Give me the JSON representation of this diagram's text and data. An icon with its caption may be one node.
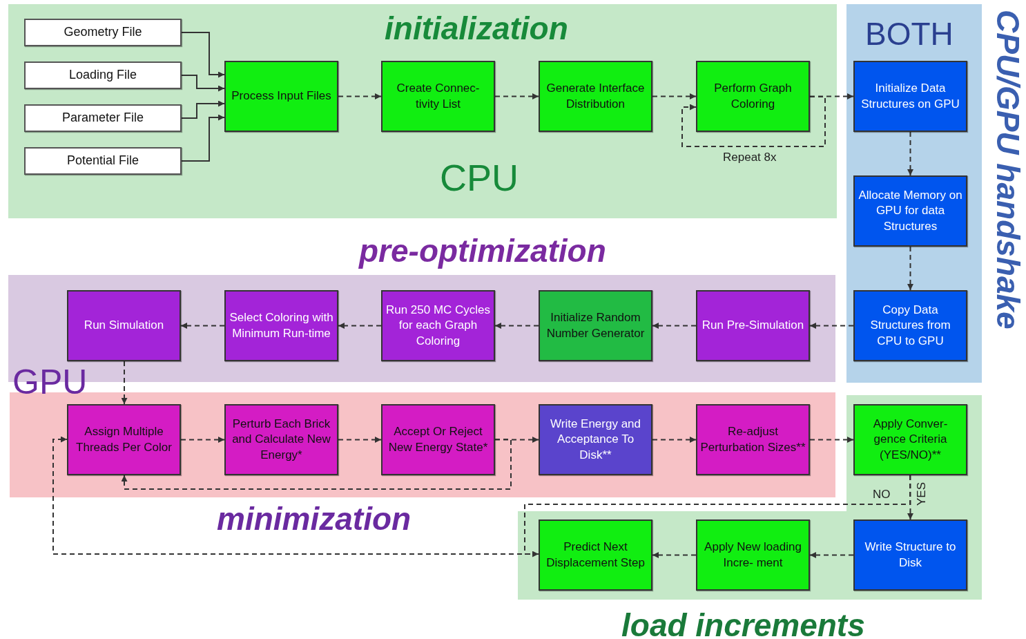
{
  "diagram": {
    "nodes": [
      {
        "text": [
          "initialization",
          "CPU"
        ]
      },
      {
        "text": [
          "Geometry File"
        ],
        "in": 0
      },
      {
        "text": [
          "Loading File"
        ],
        "in": 0
      },
      {
        "text": [
          "Parameter File"
        ],
        "in": 0
      },
      {
        "text": [
          "Potential File"
        ],
        "in": 0
      },
      {
        "text": [
          "Process Input Files"
        ],
        "in": 0
      },
      {
        "text": [
          "Create Connec- tivity List"
        ],
        "in": 0
      },
      {
        "text": [
          "Generate Interface Distribution"
        ],
        "in": 0
      },
      {
        "text": [
          "Perform Graph Coloring"
        ],
        "in": 0
      },
      {
        "text": [
          "BOTH"
        ]
      },
      {
        "text": [
          "Initialize Data Structures on GPU"
        ],
        "in": 9
      },
      {
        "text": [
          "Allocate Memory on GPU for data Structures"
        ],
        "in": 9
      },
      {
        "text": [
          "Copy Data Structures from CPU to GPU"
        ],
        "in": 9
      },
      {
        "text": [
          "pre-optimization"
        ]
      },
      {
        "text": [
          "Run Simulation"
        ],
        "in": 13
      },
      {
        "text": [
          "Select Coloring with Minimum Run-time"
        ],
        "in": 13
      },
      {
        "text": [
          "Run 250 MC Cycles for each Graph Coloring"
        ],
        "in": 13
      },
      {
        "text": [
          "Initialize Random Number Generator"
        ],
        "in": 13
      },
      {
        "text": [
          "Run Pre-Simulation"
        ],
        "in": 13
      },
      {
        "text": [
          "minimization"
        ]
      },
      {
        "text": [
          "Assign Multiple Threads Per Color"
        ],
        "in": 19
      },
      {
        "text": [
          "Perturb Each Brick and Calculate New Energy*"
        ],
        "in": 19
      },
      {
        "text": [
          "Accept Or Reject New Energy State*"
        ],
        "in": 19
      },
      {
        "text": [
          "Write Energy and Acceptance To Disk**"
        ],
        "in": 19
      },
      {
        "text": [
          "Re-adjust Perturbation Sizes**"
        ],
        "in": 19
      },
      {
        "text": [
          "load increments"
        ]
      },
      {
        "text": [
          "Apply Conver- gence Criteria (YES/NO)**"
        ],
        "in": 25
      },
      {
        "text": [
          "Predict Next Displacement Step"
        ],
        "in": 25
      },
      {
        "text": [
          "Apply New loading Incre- ment"
        ],
        "in": 25
      },
      {
        "text": [
          "Write Structure to Disk"
        ],
        "in": 25
      }
    ],
    "edges": [
      {
        "from": 1,
        "to": 5,
        "arrow": "to"
      },
      {
        "from": 2,
        "to": 5,
        "arrow": "to"
      },
      {
        "from": 3,
        "to": 5,
        "arrow": "to"
      },
      {
        "from": 4,
        "to": 5,
        "arrow": "to"
      },
      {
        "from": 5,
        "to": 6,
        "arrow": "to",
        "style": "dashed"
      },
      {
        "from": 6,
        "to": 7,
        "arrow": "to",
        "style": "dashed"
      },
      {
        "from": 7,
        "to": 8,
        "arrow": "to",
        "style": "dashed"
      },
      {
        "from": 8,
        "to": 8,
        "arrow": "to",
        "style": "dashed",
        "label": "Repeat 8x"
      },
      {
        "from": 8,
        "to": 10,
        "arrow": "to",
        "style": "dashed"
      },
      {
        "from": 10,
        "to": 11,
        "arrow": "to",
        "style": "dashed"
      },
      {
        "from": 11,
        "to": 12,
        "arrow": "to",
        "style": "dashed"
      },
      {
        "from": 12,
        "to": 18,
        "arrow": "to",
        "style": "dashed"
      },
      {
        "from": 18,
        "to": 17,
        "arrow": "to",
        "style": "dashed"
      },
      {
        "from": 17,
        "to": 16,
        "arrow": "to",
        "style": "dashed"
      },
      {
        "from": 16,
        "to": 15,
        "arrow": "to",
        "style": "dashed"
      },
      {
        "from": 15,
        "to": 14,
        "arrow": "to",
        "style": "dashed"
      },
      {
        "from": 14,
        "to": 20,
        "arrow": "to",
        "style": "dashed"
      },
      {
        "from": 20,
        "to": 21,
        "arrow": "to",
        "style": "dashed"
      },
      {
        "from": 21,
        "to": 22,
        "arrow": "to",
        "style": "dashed"
      },
      {
        "from": 22,
        "to": 20,
        "arrow": "to",
        "style": "dashed"
      },
      {
        "from": 22,
        "to": 23,
        "arrow": "to",
        "style": "dashed"
      },
      {
        "from": 23,
        "to": 24,
        "arrow": "to",
        "style": "dashed"
      },
      {
        "from": 24,
        "to": 26,
        "arrow": "to",
        "style": "dashed"
      },
      {
        "from": 26,
        "to": 29,
        "arrow": "to",
        "style": "dashed",
        "label": "YES"
      },
      {
        "from": 26,
        "to": 27,
        "arrow": "to",
        "style": "dashed",
        "label": "NO"
      },
      {
        "from": 29,
        "to": 28,
        "arrow": "to",
        "style": "dashed"
      },
      {
        "from": 28,
        "to": 27,
        "arrow": "to",
        "style": "dashed"
      },
      {
        "from": 27,
        "to": 20,
        "arrow": "to",
        "style": "dashed"
      }
    ],
    "labels": [
      "GPU",
      "CPU/GPU handshake"
    ]
  }
}
